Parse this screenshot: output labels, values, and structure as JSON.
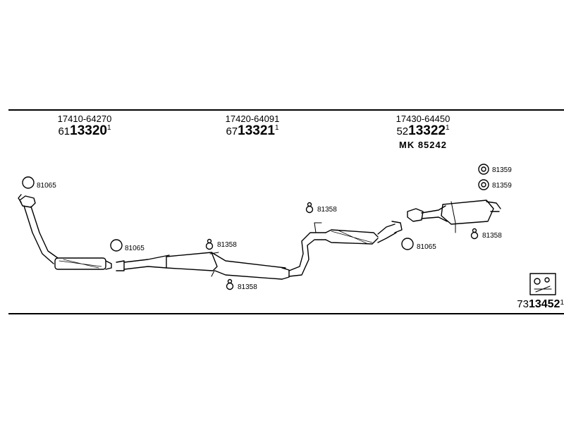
{
  "parts": [
    {
      "oe": "17410-64270",
      "prefix": "61",
      "main": "13320",
      "suffix": "1"
    },
    {
      "oe": "17420-64091",
      "prefix": "67",
      "main": "13321",
      "suffix": "1"
    },
    {
      "oe": "17430-64450",
      "prefix": "52",
      "main": "13322",
      "suffix": "1",
      "extra": "MK  85242"
    }
  ],
  "callouts": {
    "gasket_a": "81065",
    "gasket_b": "81065",
    "gasket_c": "81065",
    "hanger_a": "81358",
    "hanger_b": "81358",
    "hanger_c": "81358",
    "hanger_d": "81358",
    "ring_a": "81359",
    "ring_b": "81359"
  },
  "kit": {
    "prefix": "73",
    "main": "13452",
    "suffix": "1"
  }
}
